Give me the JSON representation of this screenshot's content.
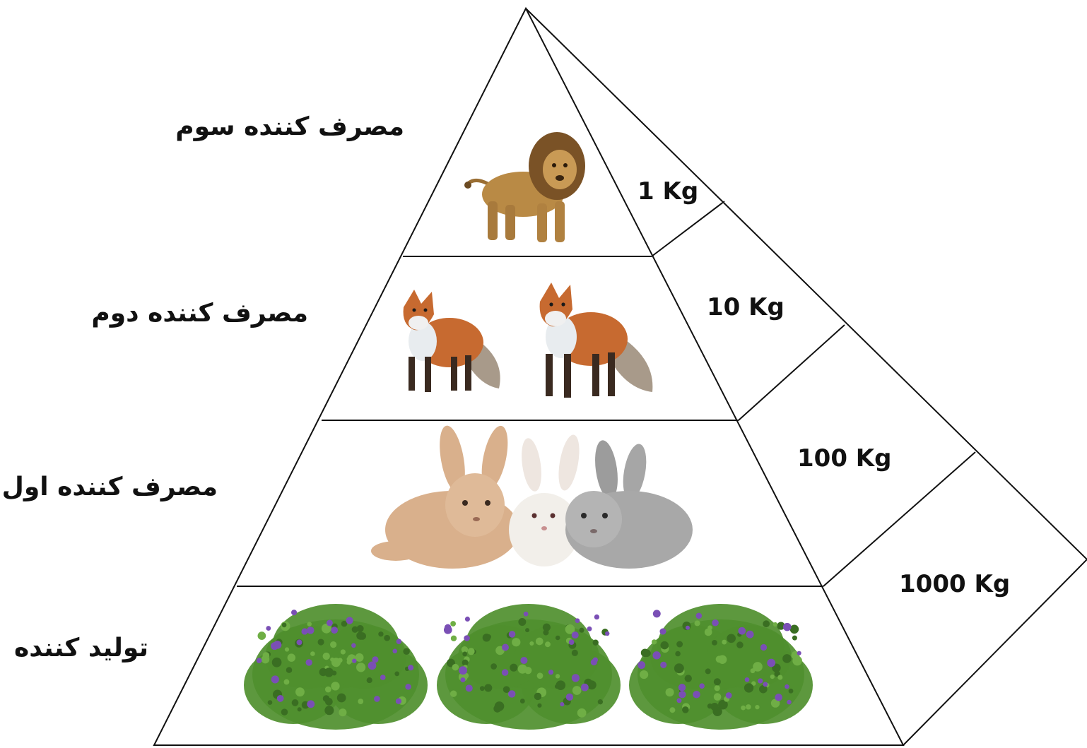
{
  "levels": [
    {
      "label": "مصرف کننده سوم",
      "mass": "1 Kg",
      "organism": "lion-icon"
    },
    {
      "label": "مصرف کننده دوم",
      "mass": "10 Kg",
      "organism": "fox-icon"
    },
    {
      "label": "مصرف کننده اول",
      "mass": "100 Kg",
      "organism": "rabbit-icon"
    },
    {
      "label": "تولید کننده",
      "mass": "1000 Kg",
      "organism": "shrub-icon"
    }
  ],
  "colors": {
    "outline": "#111111",
    "lion": "#b98a45",
    "fox": "#c76a30",
    "rabbit_tan": "#d9b08c",
    "rabbit_white": "#f2efea",
    "rabbit_grey": "#a8a8a8",
    "shrub": "#4f8f2e",
    "flower": "#7a4fb5"
  }
}
